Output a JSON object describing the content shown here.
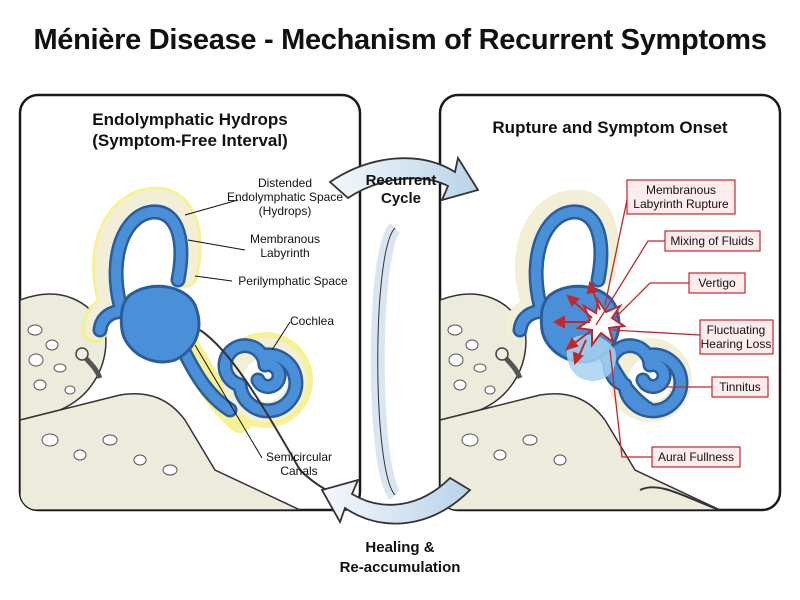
{
  "title": "Ménière Disease - Mechanism of Recurrent Symptoms",
  "left_panel": {
    "heading_line1": "Endolymphatic Hydrops",
    "heading_line2": "(Symptom-Free Interval)",
    "labels": {
      "distended_1": "Distended",
      "distended_2": "Endolymphatic Space",
      "distended_3": "(Hydrops)",
      "membranous_1": "Membranous",
      "membranous_2": "Labyrinth",
      "perilymphatic": "Perilymphatic Space",
      "cochlea": "Cochlea",
      "semicircular_1": "Semicircular",
      "semicircular_2": "Canals"
    }
  },
  "right_panel": {
    "heading": "Rupture and Symptom Onset",
    "labels": {
      "rupture_1": "Membranous",
      "rupture_2": "Labyrinth Rupture",
      "mixing": "Mixing of Fluids",
      "vertigo": "Vertigo",
      "hearing_1": "Fluctuating",
      "hearing_2": "Hearing Loss",
      "tinnitus": "Tinnitus",
      "fullness": "Aural Fullness"
    }
  },
  "cycle": {
    "top_1": "Recurrent",
    "top_2": "Cycle",
    "bottom_1": "Healing &",
    "bottom_2": "Re-accumulation"
  },
  "colors": {
    "endolymph": "#4a90d9",
    "membrane": "#2a5d9a",
    "perilymph": "#f2efd6",
    "hydrops_glow": "#f7f08a",
    "rupture_label": "#c0282d",
    "arrow_fill": "#dbe9f5"
  }
}
